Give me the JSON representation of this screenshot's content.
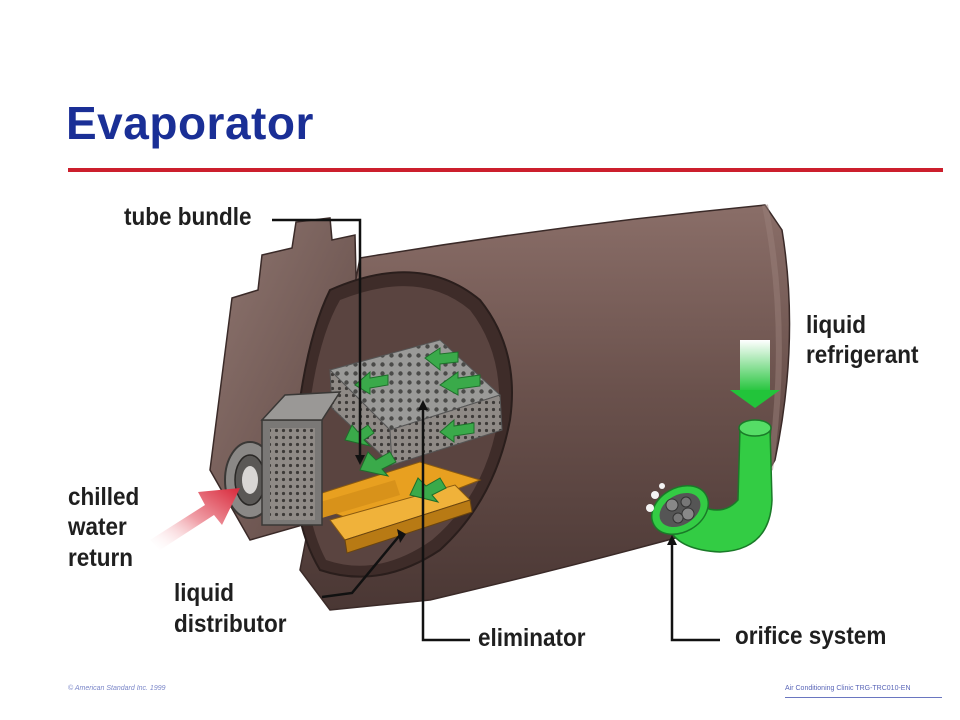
{
  "slide": {
    "title": "Evaporator"
  },
  "labels": {
    "tube_bundle": "tube bundle",
    "liquid_refrigerant_line1": "liquid",
    "liquid_refrigerant_line2": "refrigerant",
    "chilled_line1": "chilled",
    "chilled_line2": "water",
    "chilled_line3": "return",
    "liquid_distributor_line1": "liquid",
    "liquid_distributor_line2": "distributor",
    "eliminator": "eliminator",
    "orifice_system": "orifice system"
  },
  "footer": {
    "copyright": "© American Standard Inc. 1999",
    "course": "Air Conditioning Clinic TRG-TRC010-EN"
  },
  "colors": {
    "title": "#1a2f96",
    "rule": "#cc1f2d",
    "shell": "#6e5550",
    "distributor": "#e8a020",
    "flow_arrow": "#3aaa4a",
    "orifice_pipe": "#33cc44"
  }
}
